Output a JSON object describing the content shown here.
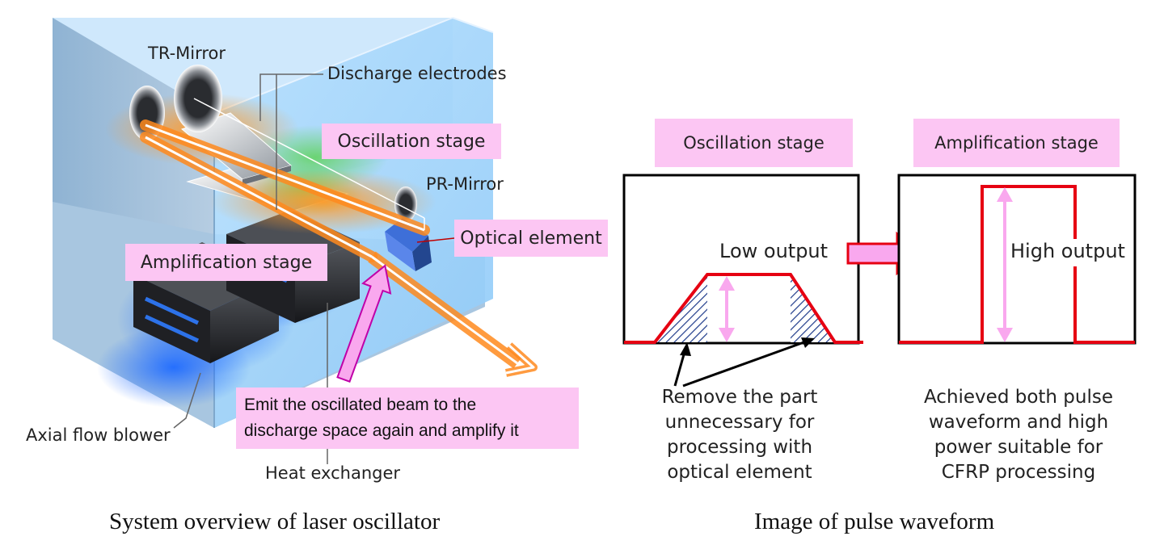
{
  "left_panel": {
    "labels": {
      "tr_mirror": "TR-Mirror",
      "discharge_electrodes": "Discharge electrodes",
      "pr_mirror": "PR-Mirror",
      "axial_flow_blower": "Axial flow blower",
      "heat_exchanger": "Heat exchanger"
    },
    "boxes": {
      "oscillation_stage": "Oscillation stage",
      "optical_element": "Optical element",
      "amplification_stage": "Amplification stage"
    },
    "note_lines": [
      "Emit the oscillated beam to the",
      "discharge space again and amplify it"
    ],
    "caption": "System overview of laser oscillator"
  },
  "right_panel": {
    "oscillation_header": "Oscillation stage",
    "amplification_header": "Amplification stage",
    "low_output": "Low output",
    "high_output": "High output",
    "remove_text": [
      "Remove the part",
      "unnecessary for",
      "processing with",
      "optical element"
    ],
    "achieved_text": [
      "Achieved both pulse",
      "waveform and high",
      "power suitable for",
      "CFRP processing"
    ],
    "caption": "Image of pulse waveform"
  },
  "colors": {
    "housing": "#a9d8fb",
    "beam": "#ff8a1e",
    "pulse_line": "#e60012",
    "arrow_pink": "#f9a8ee",
    "label_box": "#fcc6f3"
  }
}
